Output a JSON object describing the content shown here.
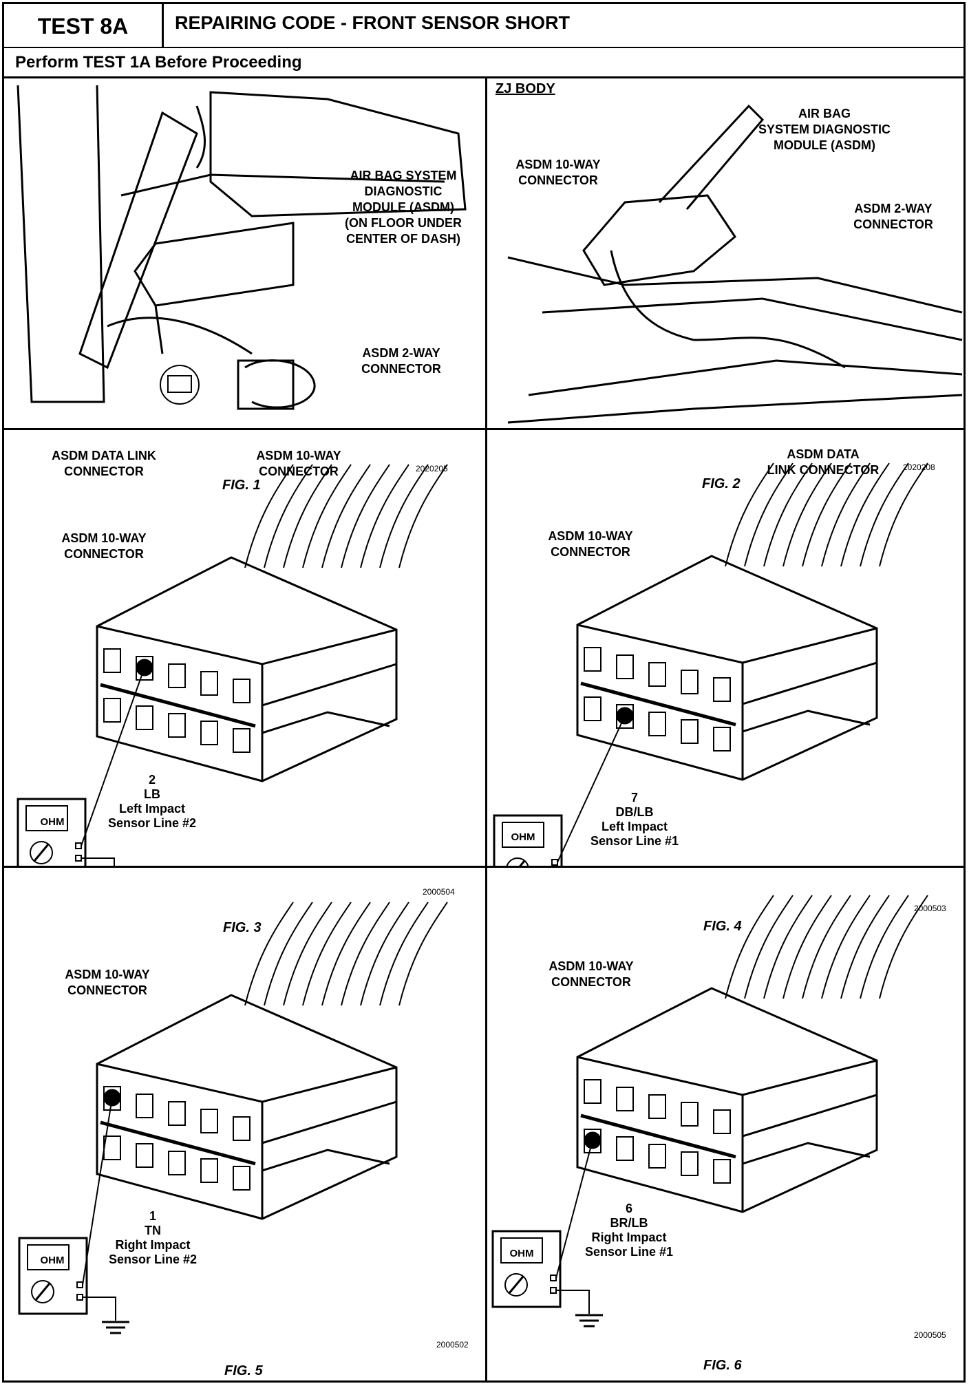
{
  "header": {
    "test_label": "TEST 8A",
    "title": "REPAIRING CODE - FRONT SENSOR SHORT",
    "subtitle": "Perform TEST 1A Before Proceeding"
  },
  "fig1": {
    "caption": "FIG. 1",
    "code": "2020205",
    "asdm_label": "AIR BAG SYSTEM\nDIAGNOSTIC\nMODULE (ASDM)\n(ON FLOOR UNDER\nCENTER OF DASH)",
    "two_way_label": "ASDM 2-WAY\nCONNECTOR",
    "data_link_label": "ASDM DATA LINK\nCONNECTOR",
    "ten_way_label": "ASDM 10-WAY\nCONNECTOR"
  },
  "fig2": {
    "caption": "FIG. 2",
    "code": "2020208",
    "body_label": "ZJ BODY",
    "asdm_label": "AIR BAG\nSYSTEM DIAGNOSTIC\nMODULE (ASDM)",
    "ten_way_label": "ASDM 10-WAY\nCONNECTOR",
    "two_way_label": "ASDM 2-WAY\nCONNECTOR",
    "data_link_label": "ASDM DATA\nLINK CONNECTOR"
  },
  "fig3": {
    "caption": "FIG. 3",
    "code": "2000504",
    "connector_label": "ASDM 10-WAY\nCONNECTOR",
    "pin": "2",
    "wire": "LB",
    "line1": "Left Impact",
    "line2": "Sensor Line #2",
    "meter": "OHM"
  },
  "fig4": {
    "caption": "FIG. 4",
    "code": "2000503",
    "connector_label": "ASDM 10-WAY\nCONNECTOR",
    "pin": "7",
    "wire": "DB/LB",
    "line1": "Left Impact",
    "line2": "Sensor Line #1",
    "meter": "OHM"
  },
  "fig5": {
    "caption": "FIG. 5",
    "code": "2000502",
    "connector_label": "ASDM 10-WAY\nCONNECTOR",
    "pin": "1",
    "wire": "TN",
    "line1": "Right Impact",
    "line2": "Sensor Line #2",
    "meter": "OHM"
  },
  "fig6": {
    "caption": "FIG. 6",
    "code": "2000505",
    "connector_label": "ASDM 10-WAY\nCONNECTOR",
    "pin": "6",
    "wire": "BR/LB",
    "line1": "Right Impact",
    "line2": "Sensor Line #1",
    "meter": "OHM"
  }
}
